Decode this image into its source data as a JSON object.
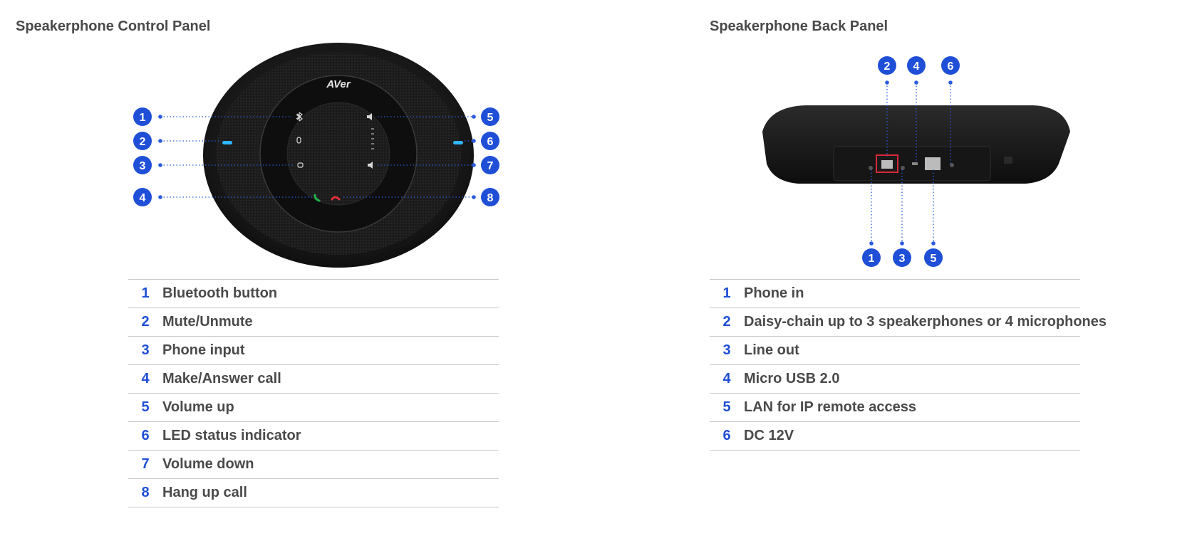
{
  "left_panel": {
    "title": "Speakerphone Control Panel",
    "brand_logo": "AVer",
    "callouts": [
      "1",
      "2",
      "3",
      "4",
      "5",
      "6",
      "7",
      "8"
    ],
    "items": [
      {
        "num": "1",
        "label": "Bluetooth button",
        "icon": "bluetooth-icon"
      },
      {
        "num": "2",
        "label": "Mute/Unmute",
        "icon": "microphone-icon"
      },
      {
        "num": "3",
        "label": "Phone input",
        "icon": "phone-input-icon"
      },
      {
        "num": "4",
        "label": "Make/Answer call",
        "icon": "phone-answer-icon"
      },
      {
        "num": "5",
        "label": "Volume up",
        "icon": "volume-up-icon"
      },
      {
        "num": "6",
        "label": "LED status indicator",
        "icon": "led-indicator-icon"
      },
      {
        "num": "7",
        "label": "Volume down",
        "icon": "volume-down-icon"
      },
      {
        "num": "8",
        "label": "Hang up call",
        "icon": "phone-hangup-icon"
      }
    ]
  },
  "right_panel": {
    "title": "Speakerphone Back Panel",
    "callouts_top": [
      "2",
      "4",
      "6"
    ],
    "callouts_bottom": [
      "1",
      "3",
      "5"
    ],
    "items": [
      {
        "num": "1",
        "label": "Phone in"
      },
      {
        "num": "2",
        "label": "Daisy-chain up to 3 speakerphones or 4 microphones"
      },
      {
        "num": "3",
        "label": "Line out"
      },
      {
        "num": "4",
        "label": "Micro USB 2.0"
      },
      {
        "num": "5",
        "label": "LAN for IP remote access"
      },
      {
        "num": "6",
        "label": "DC 12V"
      }
    ]
  },
  "colors": {
    "callout_fill": "#1f4fd6",
    "leader_line": "#2a5ae0",
    "led": "#2fb6ff",
    "highlight_box": "#d8283a",
    "answer_icon": "#22b14c",
    "hangup_icon": "#e0303a"
  }
}
